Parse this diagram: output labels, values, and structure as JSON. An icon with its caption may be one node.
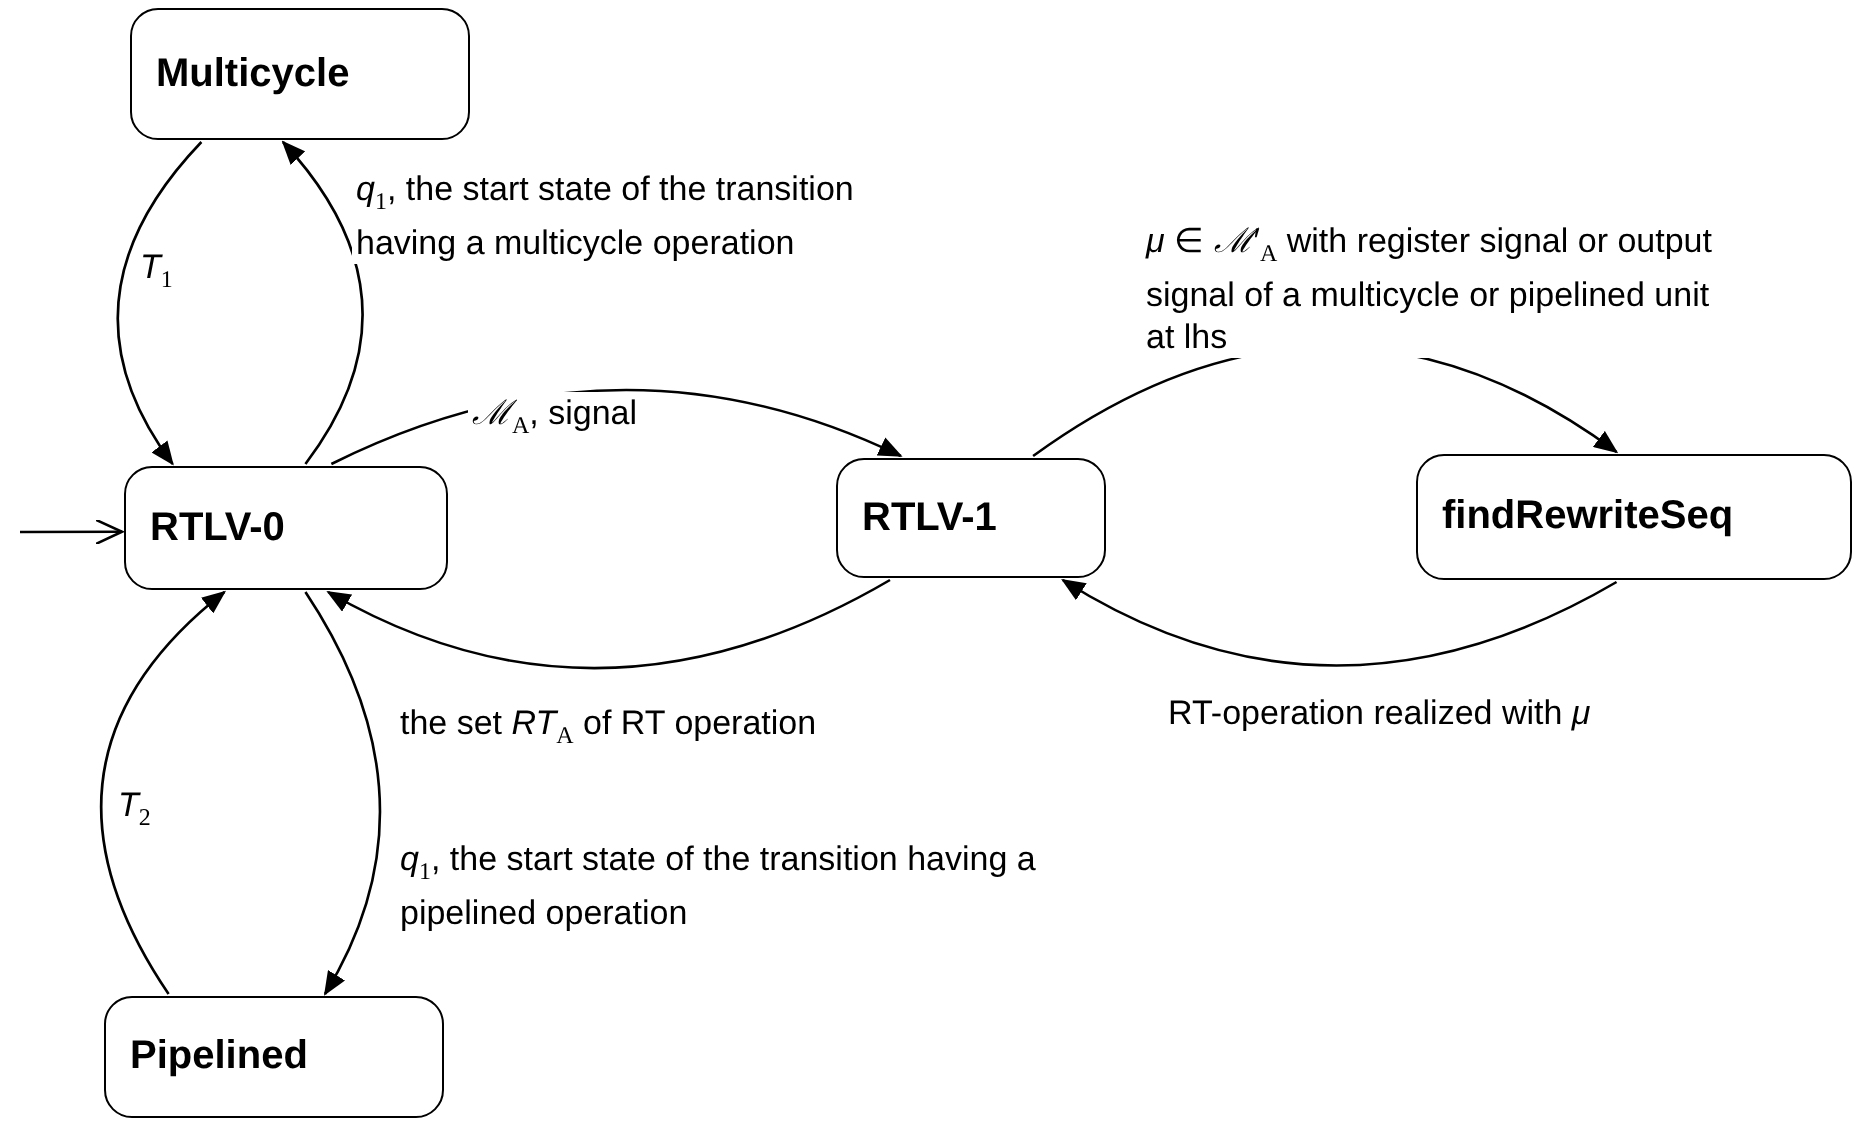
{
  "diagram": {
    "nodes": [
      {
        "text": [
          "Multicycle"
        ]
      },
      {
        "text": [
          "RTLV-0"
        ]
      },
      {
        "text": [
          "RTLV-1"
        ]
      },
      {
        "text": [
          "findRewriteSeq"
        ]
      },
      {
        "text": [
          "Pipelined"
        ]
      }
    ],
    "edges": [
      {
        "from": 0,
        "to": 1,
        "arrow": "to",
        "label": "*T*$_{1}$"
      },
      {
        "from": 1,
        "to": 0,
        "arrow": "to",
        "label": "*q*$_{1}$, the start state of the transition having a multicycle operation"
      },
      {
        "from": 1,
        "to": 2,
        "arrow": "to",
        "label": "*ℳ*$_{A}$, signal"
      },
      {
        "from": 2,
        "to": 3,
        "arrow": "to",
        "label": "*μ* ∈ *ℳ*′$_{A}$ with register signal or output signal of a multicycle or pipelined unit at lhs"
      },
      {
        "from": 3,
        "to": 2,
        "arrow": "to",
        "label": "RT-operation realized with *μ*"
      },
      {
        "from": 2,
        "to": 1,
        "arrow": "to",
        "label": "the set *RT*$_{A}$ of RT operation"
      },
      {
        "from": 1,
        "to": 4,
        "arrow": "to",
        "label": "*q*$_{1}$, the start state of the transition having a pipelined operation"
      },
      {
        "from": 4,
        "to": 1,
        "arrow": "to",
        "label": "*T*$_{2}$"
      },
      {
        "from": null,
        "to": 1,
        "arrow": "to"
      }
    ]
  }
}
